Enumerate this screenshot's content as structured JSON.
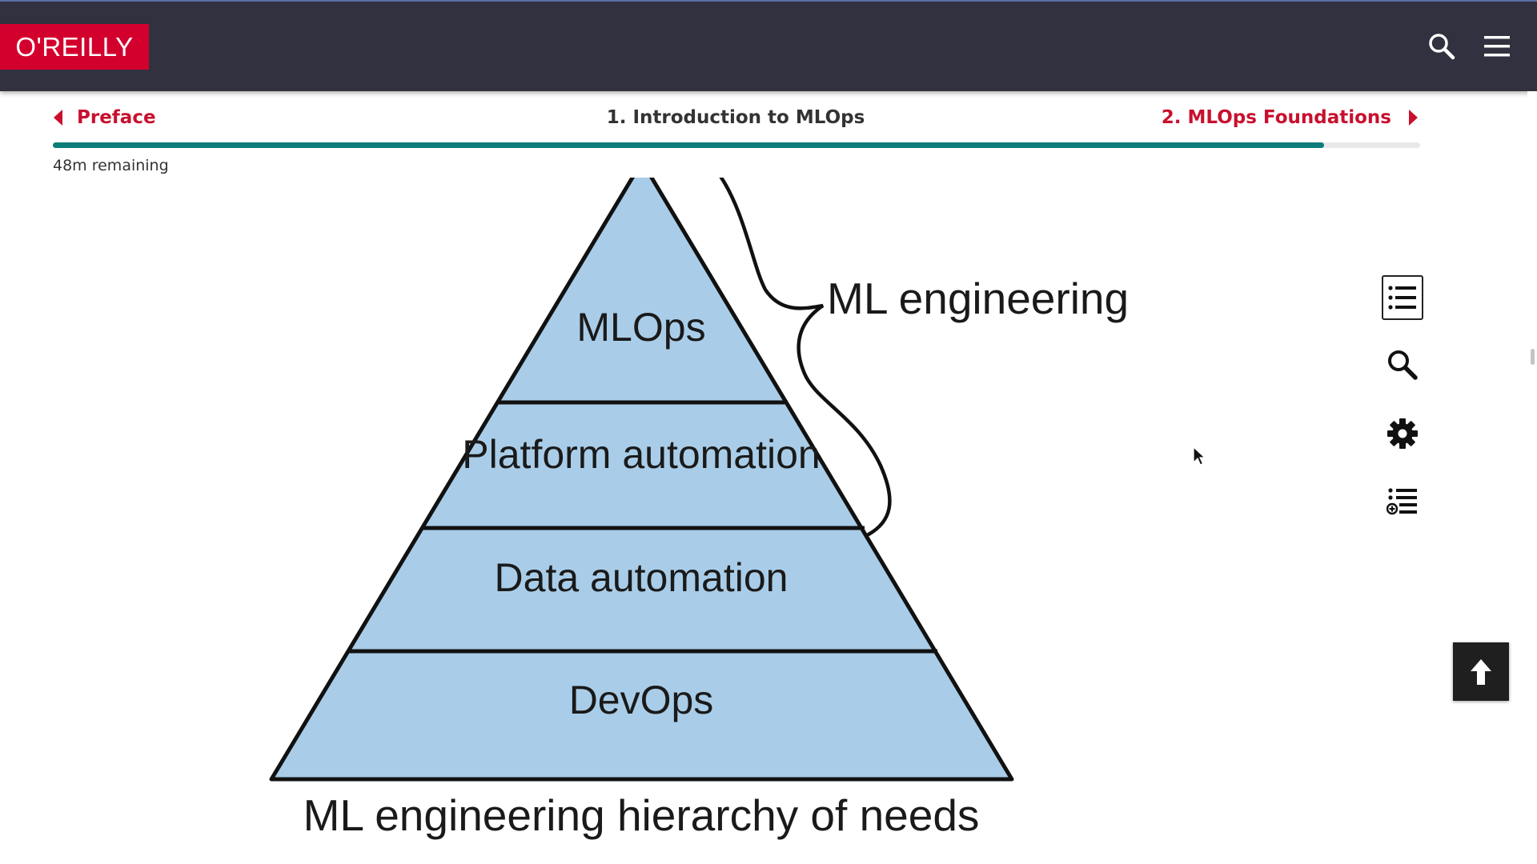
{
  "header": {
    "logo_text": "O'REILLY",
    "brand_color": "#d3002d",
    "bar_color": "#31313f",
    "icons": [
      "search-icon",
      "hamburger-menu-icon"
    ]
  },
  "chapter_nav": {
    "prev_label": "Preface",
    "current_title": "1. Introduction to MLOps",
    "next_label": "2. MLOps Foundations",
    "link_color": "#c8102e"
  },
  "reading_progress": {
    "fraction": 0.93,
    "remaining_label": "48m remaining",
    "fill_color": "#0c7d79"
  },
  "figure": {
    "layers": [
      "MLOps",
      "Platform automation",
      "Data automation",
      "DevOps"
    ],
    "brace_label": "ML engineering",
    "caption": "ML engineering hierarchy of needs",
    "fill_color": "#a9cde8"
  },
  "side_toolbar": {
    "icons": [
      "table-of-contents-icon",
      "search-icon",
      "settings-gear-icon",
      "add-to-playlist-icon"
    ]
  },
  "back_to_top": {
    "icon": "arrow-up-icon"
  }
}
